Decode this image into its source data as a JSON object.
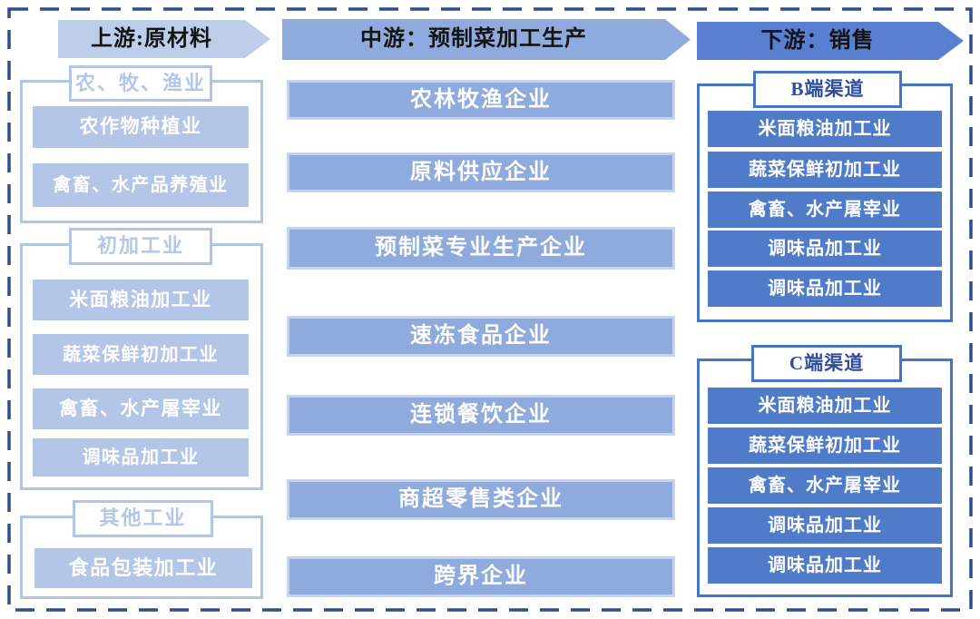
{
  "upstream": {
    "header": "上游:原材料",
    "groups": [
      {
        "title": "农、牧、渔业",
        "items": [
          "农作物种植业",
          "禽畜、水产品养殖业"
        ]
      },
      {
        "title": "初加工业",
        "items": [
          "米面粮油加工业",
          "蔬菜保鲜初加工业",
          "禽畜、水产屠宰业",
          "调味品加工业"
        ]
      },
      {
        "title": "其他工业",
        "items": [
          "食品包装加工业"
        ]
      }
    ]
  },
  "midstream": {
    "header": "中游：预制菜加工生产",
    "items": [
      "农林牧渔企业",
      "原料供应企业",
      "预制菜专业生产企业",
      "速冻食品企业",
      "连锁餐饮企业",
      "商超零售类企业",
      "跨界企业"
    ]
  },
  "downstream": {
    "header": "下游：销售",
    "groups": [
      {
        "title": "B端渠道",
        "items": [
          "米面粮油加工业",
          "蔬菜保鲜初加工业",
          "禽畜、水产屠宰业",
          "调味品加工业",
          "调味品加工业"
        ]
      },
      {
        "title": "C端渠道",
        "items": [
          "米面粮油加工业",
          "蔬菜保鲜初加工业",
          "禽畜、水产屠宰业",
          "调味品加工业",
          "调味品加工业"
        ]
      }
    ]
  },
  "colors": {
    "frame_dash": "#2E4D8A",
    "upstream_arrow": "#BDCEEA",
    "upstream_box": "#B3C6E7",
    "upstream_border": "#B1C5E7",
    "midstream_fill": "#8FAADC",
    "midstream_box_border": "#C6D3EE",
    "downstream_arrow": "#587FD0",
    "downstream_box": "#4F7BC9",
    "downstream_border": "#4573C6",
    "downstream_header_text": "#2E4D9C"
  }
}
